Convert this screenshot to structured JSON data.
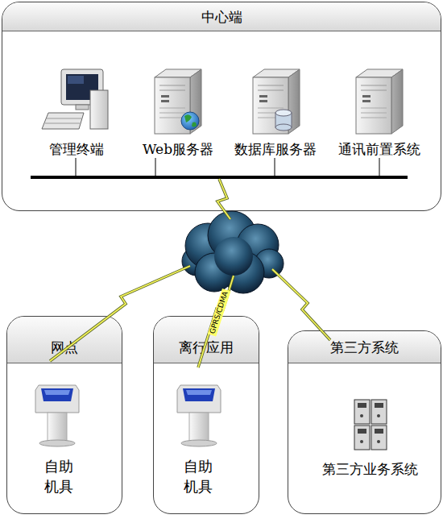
{
  "diagram": {
    "nodes": [
      {
        "text": [
          "中心端"
        ]
      },
      {
        "text": [
          "管理终端"
        ],
        "in": 0
      },
      {
        "text": [
          "Web服务器"
        ],
        "in": 0
      },
      {
        "text": [
          "数据库服务器"
        ],
        "in": 0
      },
      {
        "text": [
          "通讯前置系统"
        ],
        "in": 0
      },
      {
        "text": [
          "网点"
        ]
      },
      {
        "text": [
          "自助 机具"
        ],
        "in": 5
      },
      {
        "text": [
          "离行应用"
        ]
      },
      {
        "text": [
          "自助 机具"
        ],
        "in": 7
      },
      {
        "text": [
          "第三方系统"
        ]
      },
      {
        "text": [
          "第三方业务系统"
        ],
        "in": 9
      }
    ],
    "labels": [
      "GPRS/CDMA"
    ]
  }
}
